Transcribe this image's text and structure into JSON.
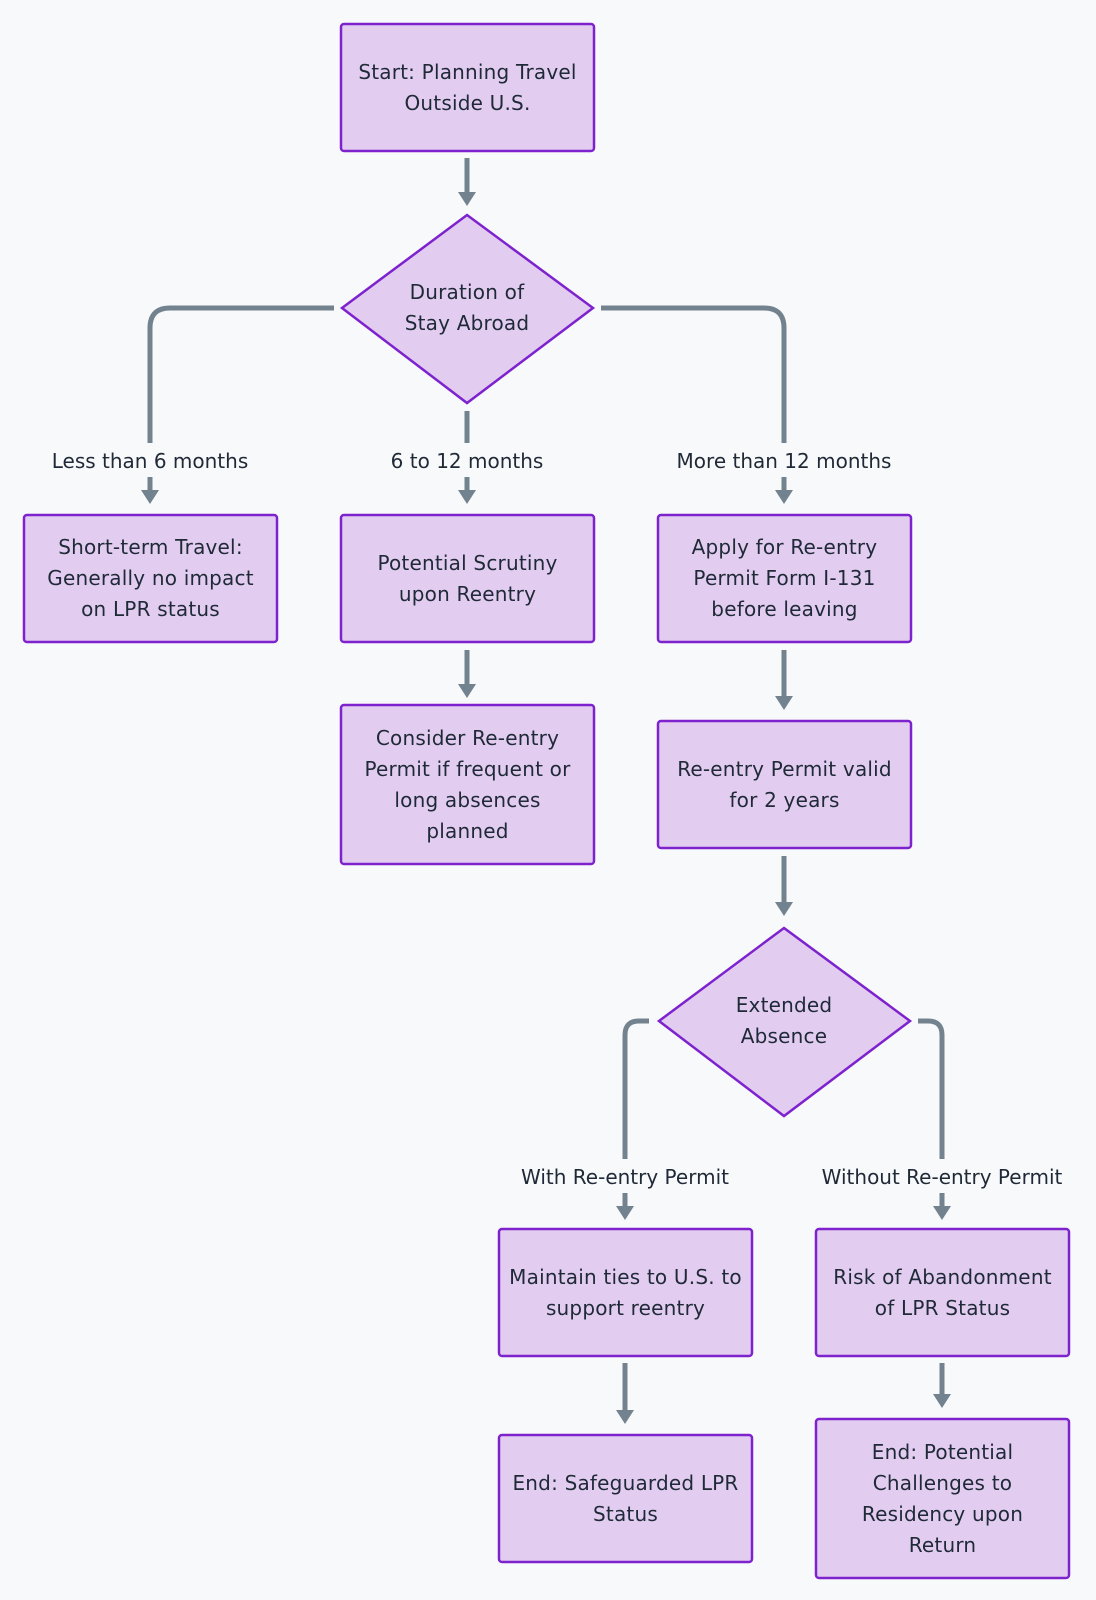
{
  "nodes": {
    "start": "Start: Planning Travel Outside U.S.",
    "duration": "Duration of Stay Abroad",
    "short_term": "Short-term Travel: Generally no impact on LPR status",
    "scrutiny": "Potential Scrutiny upon Reentry",
    "consider_permit": "Consider Re-entry Permit if frequent or long absences planned",
    "apply_permit": "Apply for Re-entry Permit Form I-131 before leaving",
    "permit_valid": "Re-entry Permit valid for 2 years",
    "extended": "Extended Absence",
    "maintain_ties": "Maintain ties to U.S. to support reentry",
    "abandonment_risk": "Risk of Abandonment of LPR Status",
    "end_safeguarded": "End: Safeguarded LPR Status",
    "end_challenges": "End: Potential Challenges to Residency upon Return"
  },
  "edge_labels": {
    "less_6": "Less than 6 months",
    "six_12": "6 to 12 months",
    "more_12": "More than 12 months",
    "with_permit": "With Re-entry Permit",
    "without_permit": "Without Re-entry Permit"
  },
  "colors": {
    "node_fill": "#e2cdf1",
    "node_border": "#7e22ce",
    "edge": "#73828f",
    "background": "#f8f9fa"
  }
}
